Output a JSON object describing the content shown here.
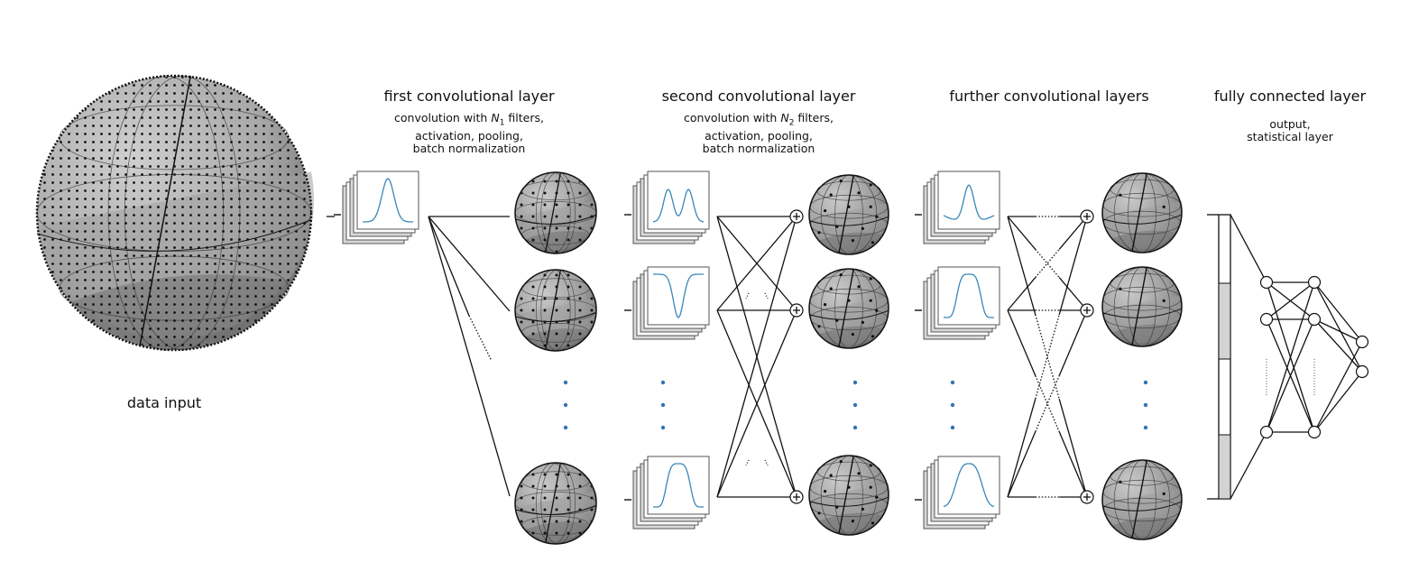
{
  "input": {
    "label": "data input"
  },
  "layers": [
    {
      "title": "first convolutional layer",
      "sub_prefix": "convolution with ",
      "sub_var": "N",
      "sub_idx": "1",
      "sub_suffix": " filters,",
      "sub_line2": "activation, pooling,",
      "sub_line3": "batch normalization"
    },
    {
      "title": "second convolutional layer",
      "sub_prefix": "convolution with ",
      "sub_var": "N",
      "sub_idx": "2",
      "sub_suffix": " filters,",
      "sub_line2": "activation, pooling,",
      "sub_line3": "batch normalization"
    },
    {
      "title": "further convolutional layers"
    },
    {
      "title": "fully connected layer",
      "sub_line1": "output,",
      "sub_line2": "statistical layer"
    }
  ],
  "filters": {
    "layer1": [
      "gaussian"
    ],
    "layer2": [
      "double-peak",
      "mexican-hat-inverted",
      "flat-top"
    ],
    "layer3": [
      "gaussian-wide-tails",
      "flat-top",
      "flat-top-wide"
    ]
  },
  "colors": {
    "curve": "#3a87b8",
    "ellipsis_dot": "#2e75b6",
    "sphere_light": "#c4c4c4",
    "sphere_mid": "#a0a0a0",
    "sphere_dark": "#6e6e6e",
    "fc_shade": "#d3d3d3"
  },
  "symbols": {
    "sum": "+",
    "minus": "−"
  }
}
